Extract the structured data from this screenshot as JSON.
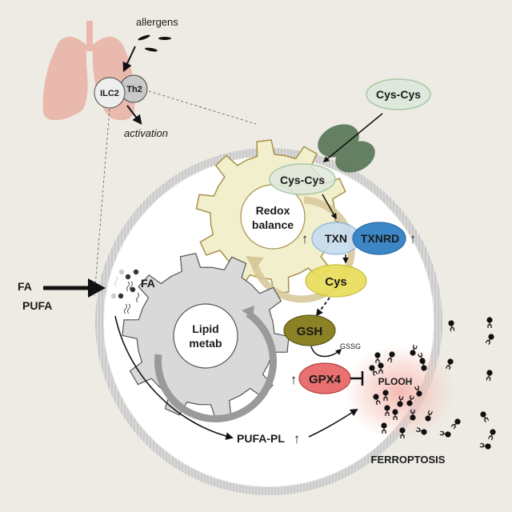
{
  "diagram": {
    "top": {
      "allergens_label": "allergens",
      "cell_ilc2_label": "ILC2",
      "cell_th2_label": "Th2",
      "activation_label": "activation"
    },
    "extracellular": {
      "cystine_label": "Cys-Cys",
      "fa_input_label": "FA",
      "pufa_input_label": "PUFA"
    },
    "intracellular": {
      "cystine_label": "Cys-Cys",
      "redox_gear_label_line1": "Redox",
      "redox_gear_label_line2": "balance",
      "lipid_gear_label_line1": "Lipid",
      "lipid_gear_label_line2": "metab",
      "txn_label": "TXN",
      "txnrd_label": "TXNRD",
      "cys_label": "Cys",
      "gsh_label": "GSH",
      "gssg_label": "GSSG",
      "gpx4_label": "GPX4",
      "fa_label": "FA",
      "pufa_pl_label": "PUFA-PL",
      "plooh_label": "PLOOH",
      "up_arrow": "↑"
    },
    "outcome": {
      "ferroptosis_label": "FERROPTOSIS"
    },
    "colors": {
      "background": "#edebe3",
      "lung": "#eab9ae",
      "membrane": "#b9b9b9",
      "redox_gear": "#f2efcc",
      "lipid_gear": "#d9d9d9",
      "transporter": "#5d7a5c",
      "cystine": "#dfe8dc",
      "txn": "#c6dcef",
      "txnrd": "#3d86c6",
      "cys": "#e8dd5a",
      "gsh": "#8a8224",
      "gpx4": "#e87070",
      "ferroptosis_glow": "#f2b0a8"
    }
  }
}
